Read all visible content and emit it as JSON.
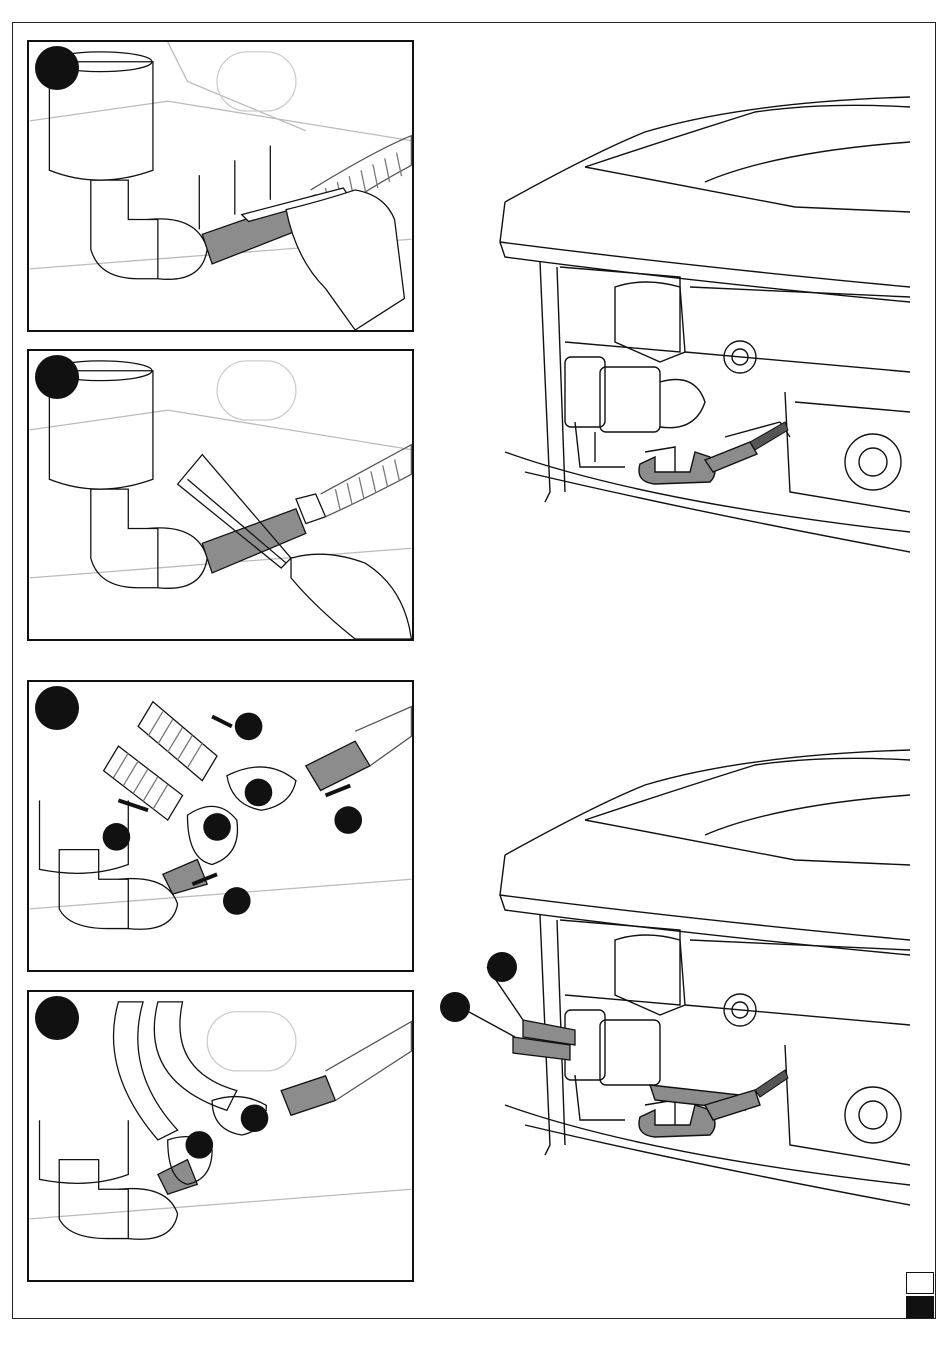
{
  "document": {
    "panels": [
      {
        "id": "1",
        "tool": "knife-icon"
      },
      {
        "id": "2",
        "tool": "hacksaw-icon"
      },
      {
        "id": "3",
        "tool": "arrows-icon"
      },
      {
        "id": "4",
        "tool": "hose-icon"
      }
    ],
    "illustrations": [
      "spa-top-illustration",
      "spa-bottom-illustration"
    ],
    "colors": {
      "line": "#111111",
      "fill_gray": "#8c8c8c",
      "fill_light": "#ffffff"
    }
  }
}
